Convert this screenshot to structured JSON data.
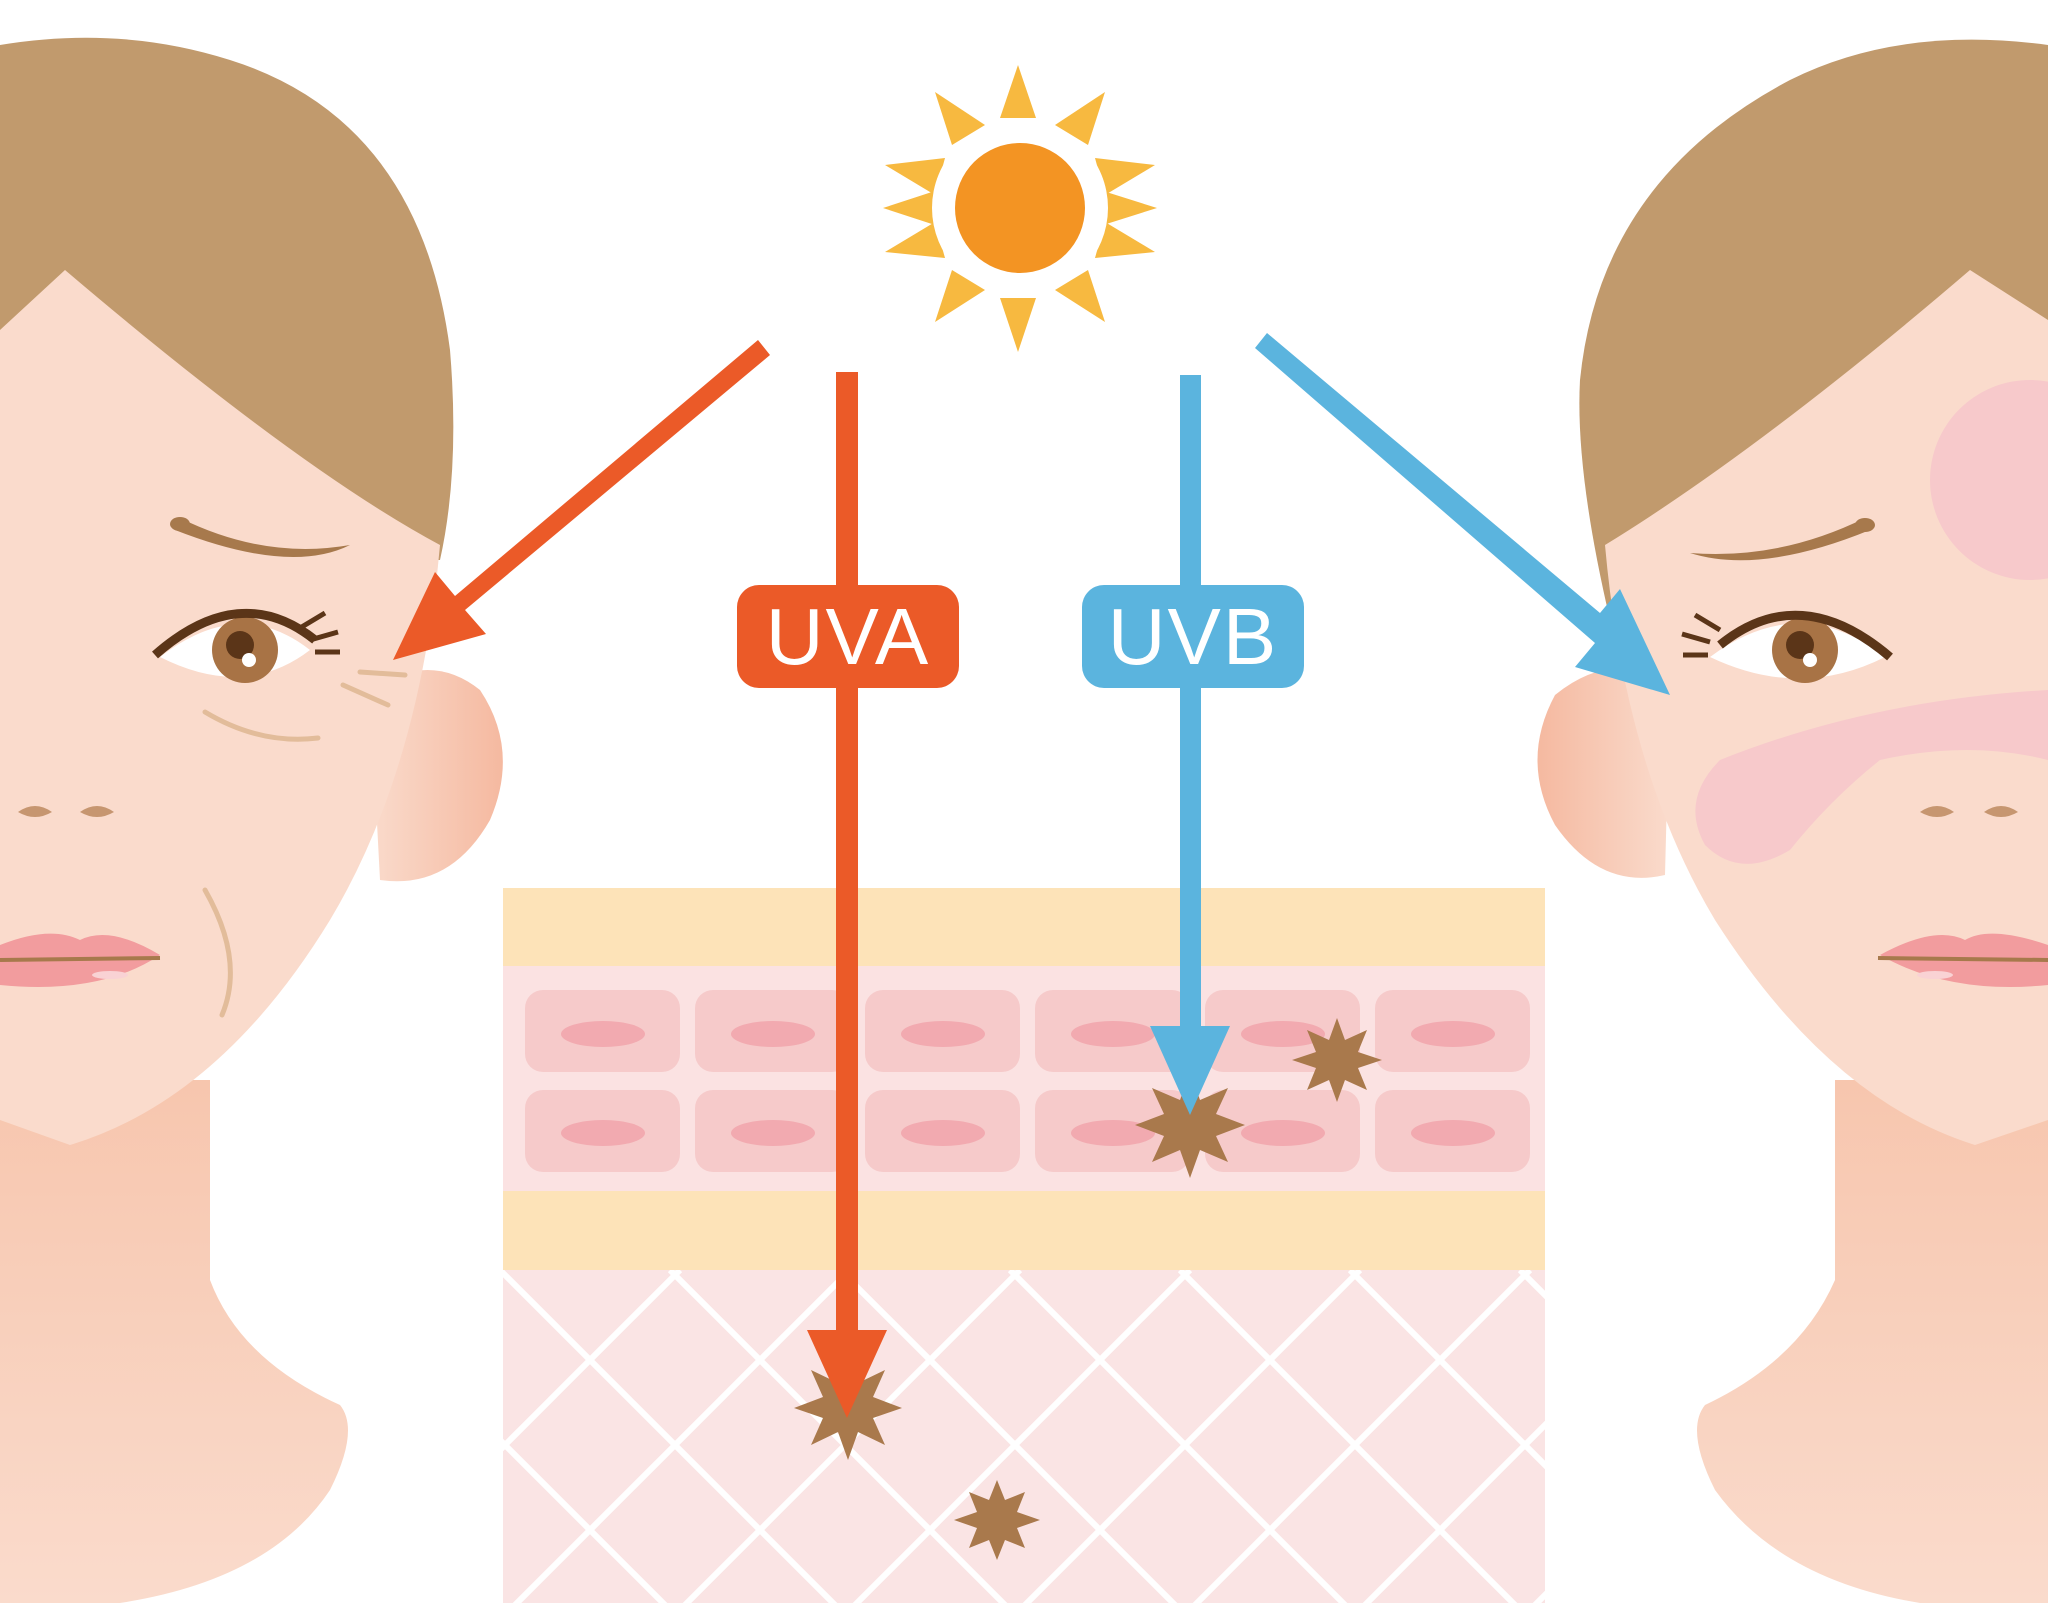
{
  "labels": {
    "uva": "UVA",
    "uvb": "UVB"
  },
  "colors": {
    "uva": "#EB5A28",
    "uvb": "#5BB4DE",
    "sun_core": "#F39423",
    "sun_rays": "#F7B940",
    "hair": "#C19A6D",
    "skin": "#FADBCC",
    "stratum": "#FDE3B8",
    "cell_layer": "#FBE2E2",
    "cell": "#F6CACA",
    "nucleus": "#F2AAB0",
    "dermis": "#FAE4E4",
    "damage": "#A9794C",
    "redness": "#F7C9CB"
  },
  "figure": {
    "left_face": "aged skin with wrinkles (UVA effect)",
    "right_face": "sunburned skin with redness (UVB effect)",
    "center": "skin cross-section: epidermis cells and dermis collagen mesh"
  }
}
